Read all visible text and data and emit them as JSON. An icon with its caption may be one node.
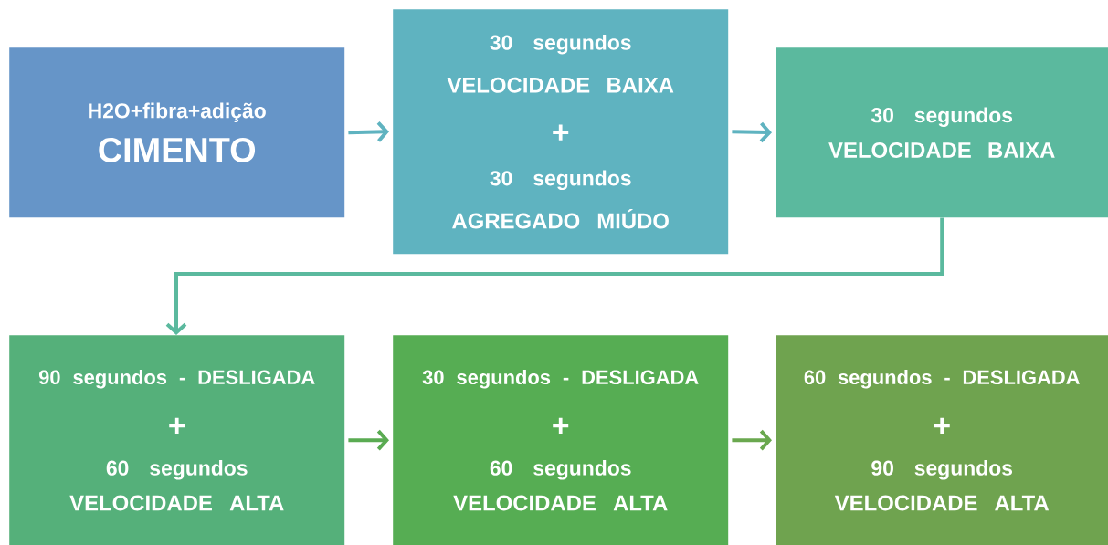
{
  "diagram": {
    "nodes": [
      {
        "text": [
          "H2O+fibra+adição",
          "CIMENTO"
        ]
      },
      {
        "text": [
          "30 segundos",
          "VELOCIDADE BAIXA",
          "+",
          "30 segundos",
          "AGREGADO MIÚDO"
        ]
      },
      {
        "text": [
          "30 segundos",
          "VELOCIDADE BAIXA"
        ]
      },
      {
        "text": [
          "90 segundos - DESLIGADA",
          "+",
          "60 segundos",
          "VELOCIDADE ALTA"
        ]
      },
      {
        "text": [
          "30 segundos - DESLIGADA",
          "+",
          "60 segundos",
          "VELOCIDADE ALTA"
        ]
      },
      {
        "text": [
          "60 segundos - DESLIGADA",
          "+",
          "90 segundos",
          "VELOCIDADE ALTA"
        ]
      }
    ],
    "edges": [
      {
        "from": 0,
        "to": 1,
        "arrow": "to",
        "color": "#5fb3c0"
      },
      {
        "from": 1,
        "to": 2,
        "arrow": "to",
        "color": "#5fb3c0"
      },
      {
        "from": 2,
        "to": 3,
        "arrow": "to",
        "color": "#5bb99e"
      },
      {
        "from": 3,
        "to": 4,
        "arrow": "to",
        "color": "#5aab52"
      },
      {
        "from": 4,
        "to": 5,
        "arrow": "to",
        "color": "#6aa84f"
      }
    ]
  }
}
